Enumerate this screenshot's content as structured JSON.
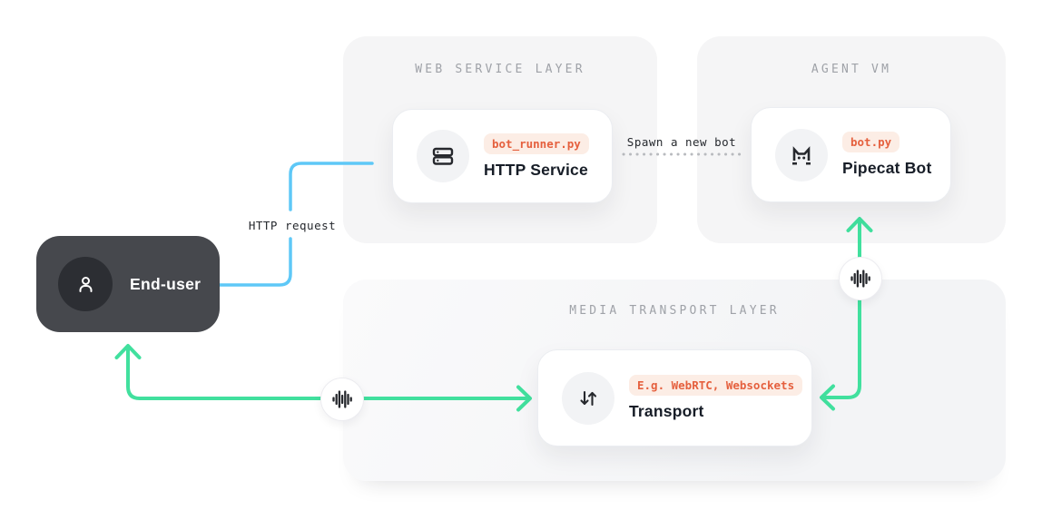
{
  "colors": {
    "accent_green": "#41E09E",
    "accent_blue": "#5EC8F7",
    "badge_text": "#E5603E",
    "badge_bg": "#FCEDE5",
    "panel_bg": "#F5F5F6",
    "panel_title": "#9FA2A8",
    "card_title": "#171D27",
    "end_user_bg": "#46484D",
    "dotted_line": "#B9BBBF"
  },
  "end_user": {
    "label": "End-user",
    "icon": "person-icon"
  },
  "panels": {
    "web_service": {
      "title": "WEB SERVICE LAYER",
      "card": {
        "icon": "server-icon",
        "badge": "bot_runner.py",
        "title": "HTTP Service"
      }
    },
    "agent_vm": {
      "title": "AGENT VM",
      "card": {
        "icon": "pipecat-cat-icon",
        "badge": "bot.py",
        "title": "Pipecat Bot"
      }
    },
    "media_transport": {
      "title": "MEDIA TRANSPORT LAYER",
      "card": {
        "icon": "up-down-arrows-icon",
        "badge": "E.g. WebRTC, Websockets",
        "title": "Transport"
      }
    }
  },
  "connectors": {
    "http_request": {
      "label": "HTTP request",
      "from": "End-user",
      "to": "HTTP Service",
      "style": "solid-blue"
    },
    "spawn_bot": {
      "label": "Spawn a new bot",
      "from": "HTTP Service",
      "to": "Pipecat Bot",
      "style": "dotted-gray"
    },
    "user_transport_audio": {
      "icon": "audio-waveform-icon",
      "from": "End-user",
      "to": "Transport",
      "style": "solid-green-bidirectional"
    },
    "bot_transport_audio": {
      "icon": "audio-waveform-icon",
      "from": "Pipecat Bot",
      "to": "Transport",
      "style": "solid-green-bidirectional"
    }
  }
}
